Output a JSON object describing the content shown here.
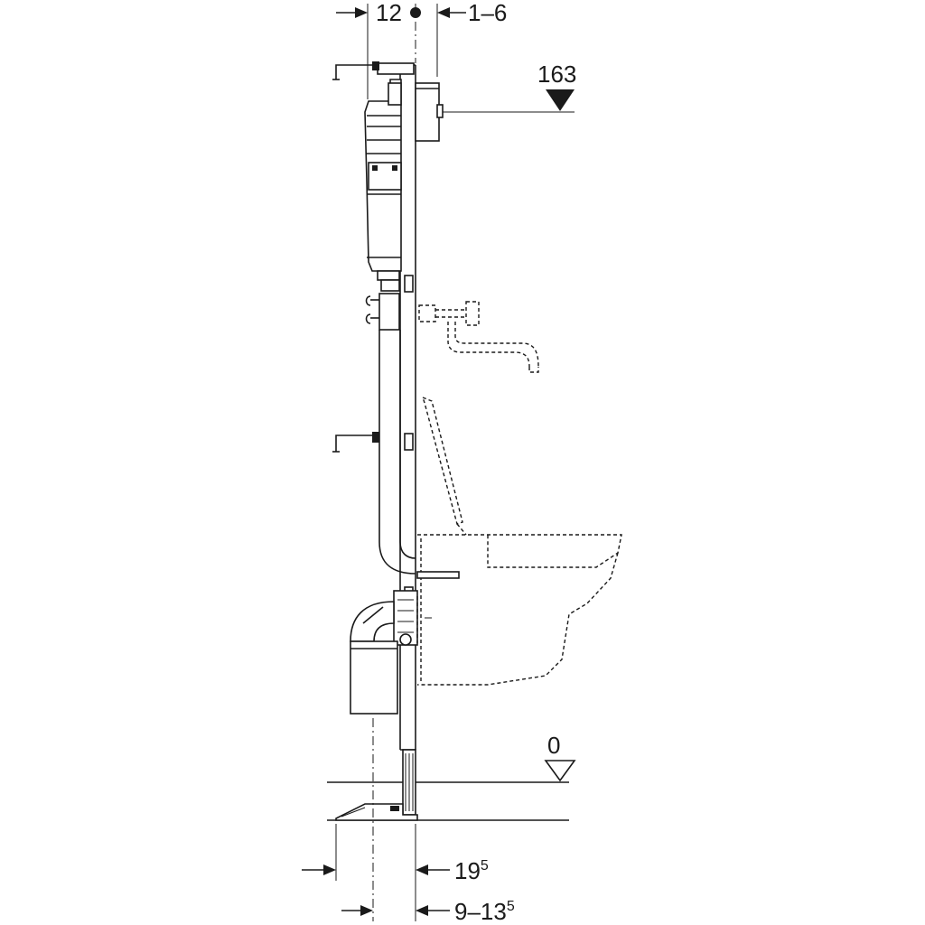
{
  "dimensions": {
    "top_left": "12",
    "top_right": "1–6",
    "height_mark": "163",
    "floor_mark": "0",
    "bottom_upper_base": "19",
    "bottom_upper_sup": "5",
    "bottom_lower_base": "9–13",
    "bottom_lower_sup": "5"
  },
  "icons": {
    "level_marker": "down-triangle-icon",
    "dimension_arrow": "arrow-icon"
  },
  "colors": {
    "line": "#1a1a1a",
    "background": "#ffffff"
  }
}
